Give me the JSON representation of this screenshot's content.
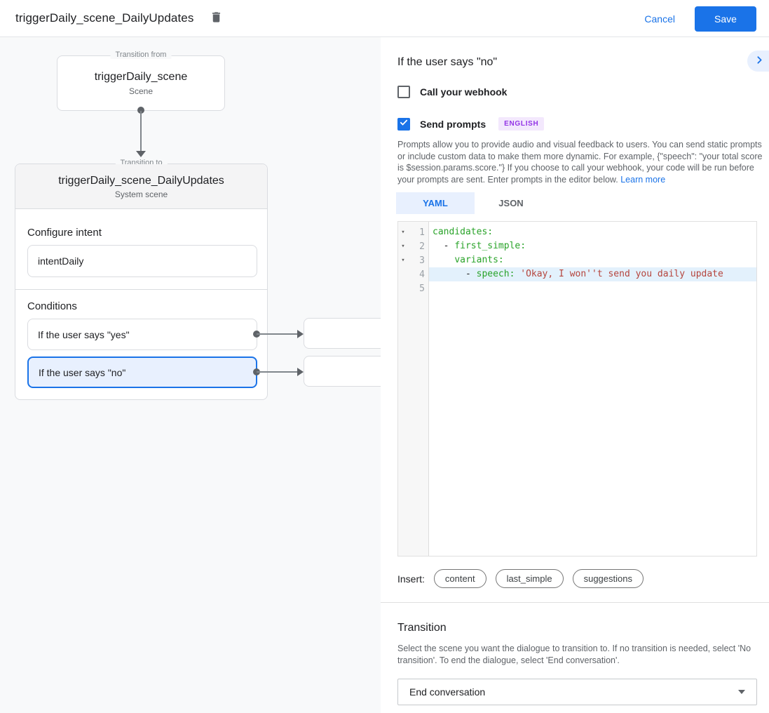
{
  "header": {
    "title": "triggerDaily_scene_DailyUpdates",
    "cancel_label": "Cancel",
    "save_label": "Save"
  },
  "diagram": {
    "from_box": {
      "legend": "Transition from",
      "title": "triggerDaily_scene",
      "subtitle": "Scene"
    },
    "to_box": {
      "legend": "Transition to",
      "title": "triggerDaily_scene_DailyUpdates",
      "subtitle": "System scene",
      "configure_intent": {
        "label": "Configure intent",
        "value": "intentDaily"
      },
      "conditions": {
        "label": "Conditions",
        "items": [
          {
            "label": "If the user says \"yes\"",
            "selected": false
          },
          {
            "label": "If the user says \"no\"",
            "selected": true
          }
        ]
      }
    }
  },
  "panel": {
    "title": "If the user says \"no\"",
    "webhook": {
      "label": "Call your webhook",
      "checked": false
    },
    "prompts": {
      "label": "Send prompts",
      "checked": true,
      "badge": "ENGLISH",
      "description": "Prompts allow you to provide audio and visual feedback to users. You can send static prompts or include custom data to make them more dynamic. For example, {\"speech\": \"your total score is $session.params.score.\"} If you choose to call your webhook, your code will be run before your prompts are sent. Enter prompts in the editor below.",
      "learn_more": "Learn more"
    },
    "tabs": [
      {
        "label": "YAML",
        "active": true
      },
      {
        "label": "JSON",
        "active": false
      }
    ],
    "editor": {
      "lines": [
        {
          "num": 1,
          "fold": true,
          "highlight": false,
          "tokens": [
            {
              "t": "key",
              "v": "candidates:"
            }
          ]
        },
        {
          "num": 2,
          "fold": true,
          "highlight": false,
          "tokens": [
            {
              "t": "plain",
              "v": "  - "
            },
            {
              "t": "key",
              "v": "first_simple:"
            }
          ]
        },
        {
          "num": 3,
          "fold": true,
          "highlight": false,
          "tokens": [
            {
              "t": "plain",
              "v": "    "
            },
            {
              "t": "key",
              "v": "variants:"
            }
          ]
        },
        {
          "num": 4,
          "fold": false,
          "highlight": true,
          "tokens": [
            {
              "t": "plain",
              "v": "      - "
            },
            {
              "t": "key",
              "v": "speech:"
            },
            {
              "t": "plain",
              "v": " "
            },
            {
              "t": "string",
              "v": "'Okay, I won''t send you daily update"
            }
          ]
        },
        {
          "num": 5,
          "fold": false,
          "highlight": false,
          "tokens": []
        }
      ]
    },
    "insert": {
      "label": "Insert:",
      "chips": [
        "content",
        "last_simple",
        "suggestions"
      ]
    },
    "transition": {
      "title": "Transition",
      "description": "Select the scene you want the dialogue to transition to. If no transition is needed, select 'No transition'. To end the dialogue, select 'End conversation'.",
      "value": "End conversation"
    }
  },
  "colors": {
    "accent": "#1a73e8",
    "selected_fill": "#e8f0fe",
    "badge_bg": "#f3e8fd",
    "badge_text": "#9334e6",
    "code_key": "#29a329",
    "code_string": "#b5443c",
    "code_highlight": "#e3f1fc"
  }
}
